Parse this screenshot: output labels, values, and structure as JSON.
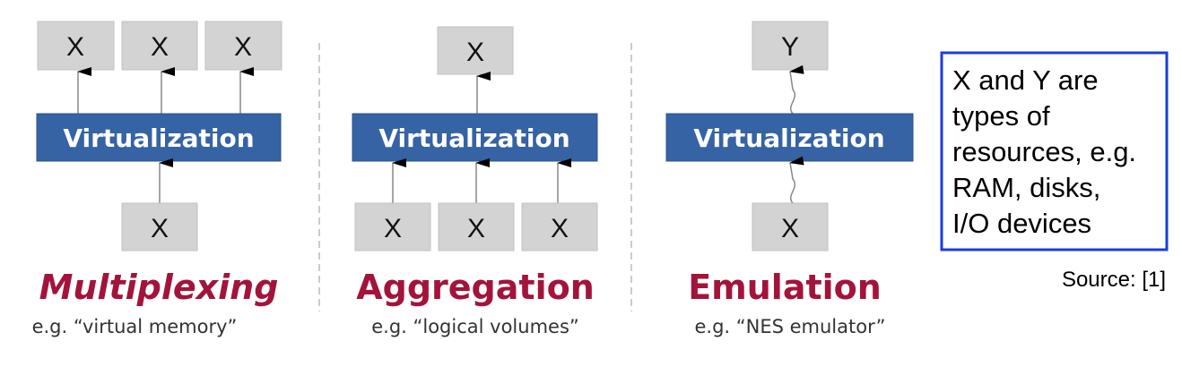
{
  "panels": [
    {
      "title": "Multiplexing",
      "example": "e.g. “virtual memory”",
      "layer": "Virtualization",
      "top": [
        "X",
        "X",
        "X"
      ],
      "bottom": [
        "X"
      ]
    },
    {
      "title": "Aggregation",
      "example": "e.g. “logical volumes”",
      "layer": "Virtualization",
      "top": [
        "X"
      ],
      "bottom": [
        "X",
        "X",
        "X"
      ]
    },
    {
      "title": "Emulation",
      "example": "e.g. “NES emulator”",
      "layer": "Virtualization",
      "top": [
        "Y"
      ],
      "bottom": [
        "X"
      ]
    }
  ],
  "note": {
    "lines": [
      "X and Y are",
      "types of",
      "resources, e.g.",
      "RAM, disks,",
      "I/O devices"
    ]
  },
  "source": "Source: [1]",
  "colors": {
    "bar": "#3563a3",
    "title": "#a3143a",
    "note_border": "#1a3de0"
  }
}
